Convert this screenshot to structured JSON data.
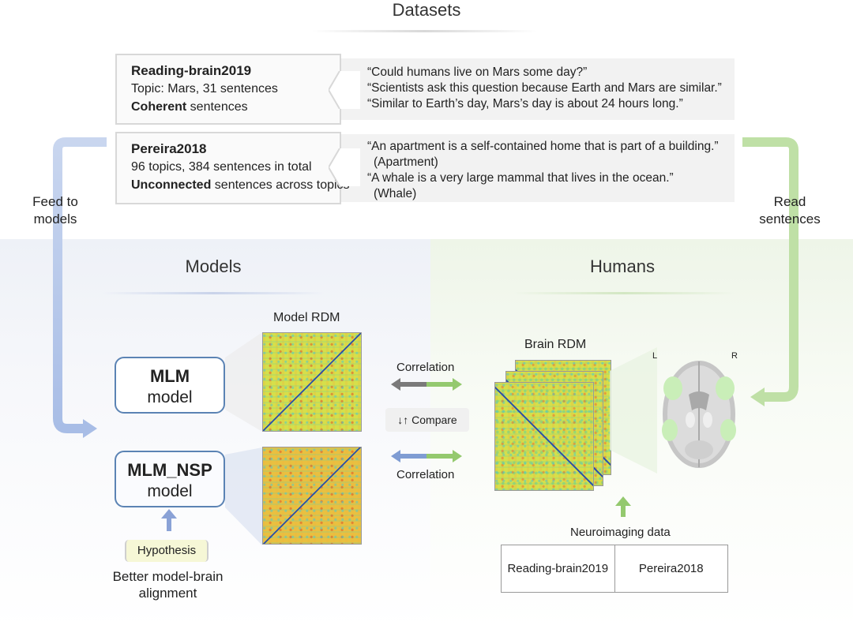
{
  "header": {
    "datasets_title": "Datasets"
  },
  "datasets": [
    {
      "name": "Reading-brain2019",
      "line2": "Topic: Mars, 31 sentences",
      "emph": "Coherent",
      "rest": " sentences",
      "quotes": [
        "“Could humans live on Mars some day?”",
        "“Scientists ask this question because Earth and Mars are similar.”",
        "“Similar to Earth’s day, Mars’s day is about 24 hours long.”"
      ]
    },
    {
      "name": "Pereira2018",
      "line2": "96 topics, 384 sentences in total",
      "emph": "Unconnected",
      "rest": " sentences across topics",
      "quotes": [
        "“An apartment is a self-contained home that is part of a building.”",
        "(Apartment)",
        "“A whale is a very large mammal that lives in the ocean.”",
        "(Whale)"
      ]
    }
  ],
  "side": {
    "left_1": "Feed to",
    "left_2": "models",
    "right_1": "Read",
    "right_2": "sentences"
  },
  "models": {
    "title": "Models",
    "rdm_label": "Model RDM",
    "mlm_name": "MLM",
    "mlm_sub": "model",
    "nsp_name": "MLM_NSP",
    "nsp_sub": "model",
    "hypothesis": "Hypothesis",
    "hypo_text_1": "Better model-brain",
    "hypo_text_2": "alignment"
  },
  "compare": {
    "correlation_top": "Correlation",
    "compare_label": "Compare",
    "compare_icon": "↓↑",
    "correlation_bottom": "Correlation"
  },
  "humans": {
    "title": "Humans",
    "rdm_label": "Brain RDM",
    "brain_L": "L",
    "brain_R": "R",
    "neuro_label": "Neuroimaging data",
    "neuro_cells": [
      "Reading-brain2019",
      "Pereira2018"
    ]
  },
  "colors": {
    "blue": "#7f9cd3",
    "green": "#94c96e",
    "gray": "#7a7a7a",
    "model_border": "#5b83b4"
  }
}
